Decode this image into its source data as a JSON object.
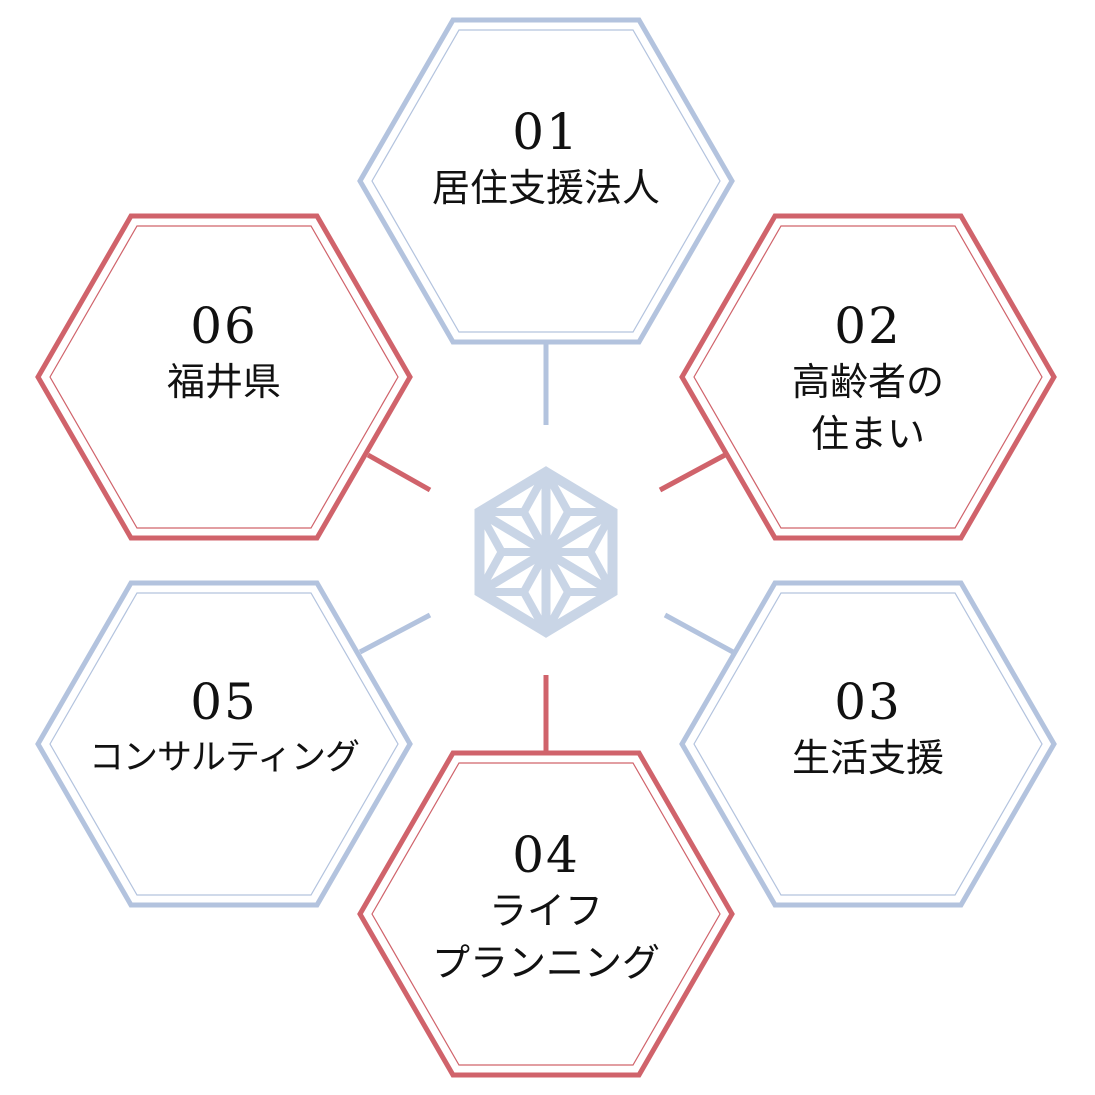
{
  "colors": {
    "blue": "#b3c3de",
    "red": "#d0636b",
    "emblem": "#c9d5e6"
  },
  "center_icon": "asanoha-hexagon-emblem",
  "items": [
    {
      "number": "01",
      "label": "居住支援法人",
      "color": "blue"
    },
    {
      "number": "02",
      "label": "高齢者の\n住まい",
      "color": "red"
    },
    {
      "number": "03",
      "label": "生活支援",
      "color": "blue"
    },
    {
      "number": "04",
      "label": "ライフ\nプランニング",
      "color": "red"
    },
    {
      "number": "05",
      "label": "コンサルティング",
      "color": "blue"
    },
    {
      "number": "06",
      "label": "福井県",
      "color": "red"
    }
  ]
}
